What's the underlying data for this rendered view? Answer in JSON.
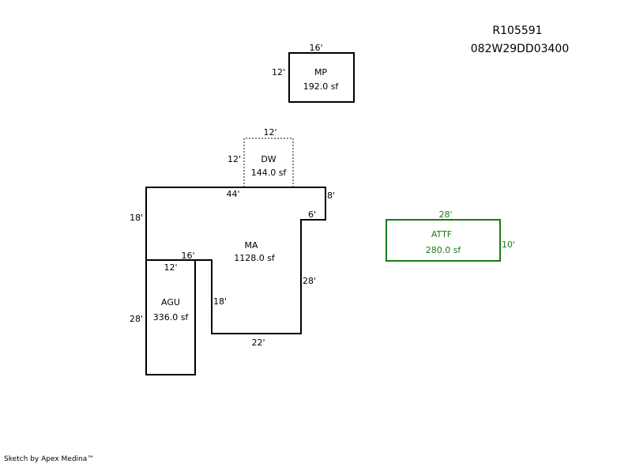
{
  "header": {
    "parcel_id": "R105591",
    "map_number": "082W29DD03400"
  },
  "colors": {
    "line": "#000000",
    "accent_green": "#1a7a1a",
    "dotted": "#888888"
  },
  "areas": {
    "mp": {
      "code": "MP",
      "area": "192.0 sf",
      "dims": {
        "top": "16'",
        "left": "12'"
      }
    },
    "dw": {
      "code": "DW",
      "area": "144.0 sf",
      "dims": {
        "top": "12'",
        "left": "12'"
      }
    },
    "ma": {
      "code": "MA",
      "area": "1128.0 sf",
      "dims": {
        "top": "44'",
        "right_upper": "8'",
        "notch": "6'",
        "right": "28'",
        "bottom": "22'",
        "inner_left": "18'",
        "inner_top": "16'",
        "left": "18'"
      }
    },
    "agu": {
      "code": "AGU",
      "area": "336.0 sf",
      "dims": {
        "top": "12'",
        "left": "28'"
      }
    },
    "attf": {
      "code": "ATTF",
      "area": "280.0 sf",
      "dims": {
        "top": "28'",
        "right": "10'"
      }
    }
  },
  "footer": {
    "credit": "Sketch by Apex Medina™"
  }
}
